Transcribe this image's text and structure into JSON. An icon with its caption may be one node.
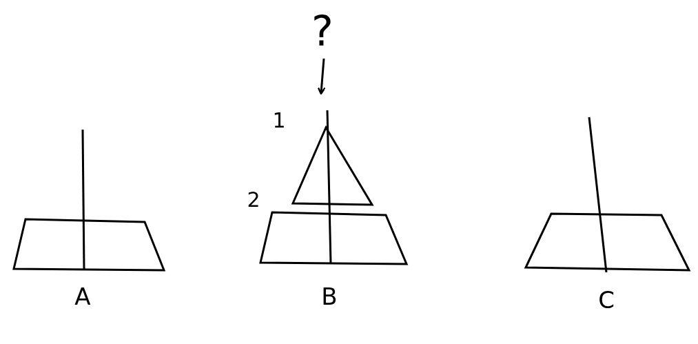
{
  "diagram": {
    "labels": [
      "?",
      "1",
      "2",
      "A",
      "B",
      "C"
    ]
  }
}
